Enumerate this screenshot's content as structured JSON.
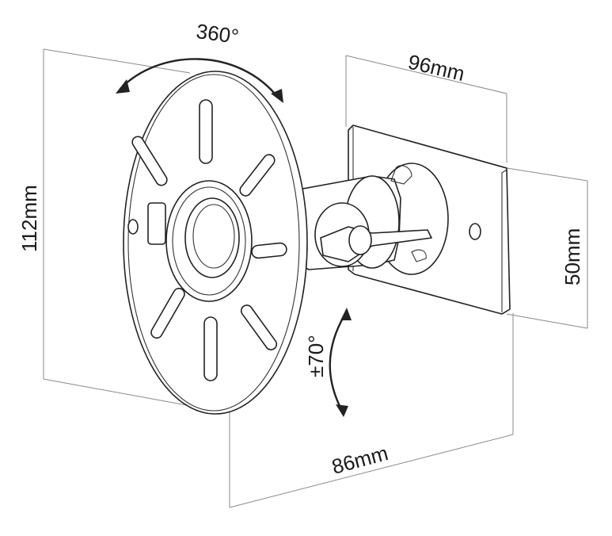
{
  "diagram": {
    "labels": {
      "rotation": "360°",
      "tilt": "±70°",
      "height": "112mm",
      "plate_width": "96mm",
      "plate_height": "50mm",
      "depth": "86mm"
    },
    "colors": {
      "ink": "#222222",
      "dimension_line": "#8a8a8a",
      "background": "#ffffff"
    }
  }
}
